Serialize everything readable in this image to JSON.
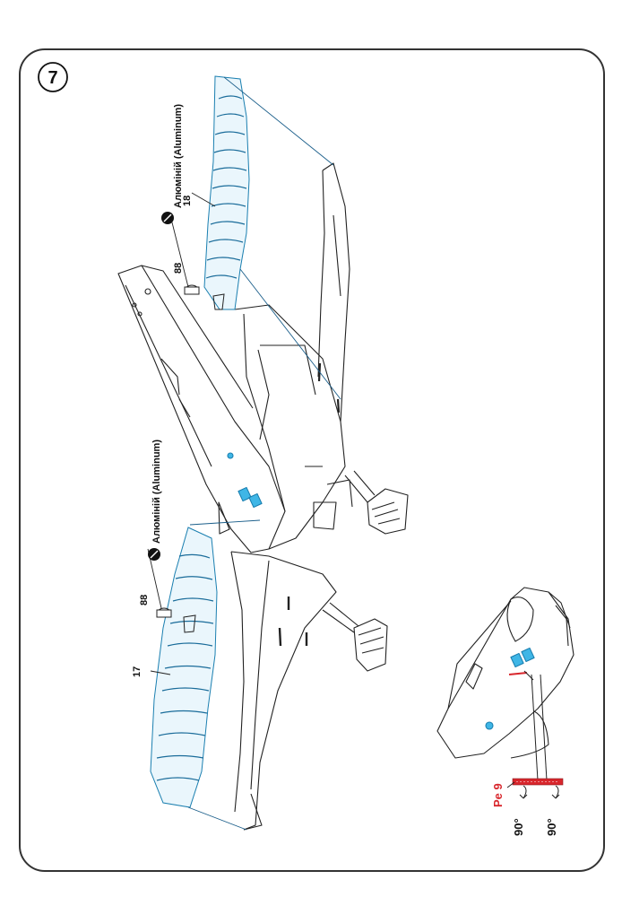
{
  "step": {
    "number": "7"
  },
  "parts": {
    "left_flap": "17",
    "right_flap": "18",
    "left_bracket": "88",
    "right_bracket": "88"
  },
  "material": {
    "left": "Алюміній (Aluminum)",
    "right": "Алюміній (Aluminum)"
  },
  "inset": {
    "part_label": "Pe 9",
    "bend_top": "90°",
    "bend_bottom": "90°"
  },
  "colors": {
    "outline": "#222222",
    "photoetch_blue": "#1a7fb0",
    "highlight_cyan": "#3fb6e6",
    "etch_red": "#d8262c",
    "frame": "#333333"
  }
}
